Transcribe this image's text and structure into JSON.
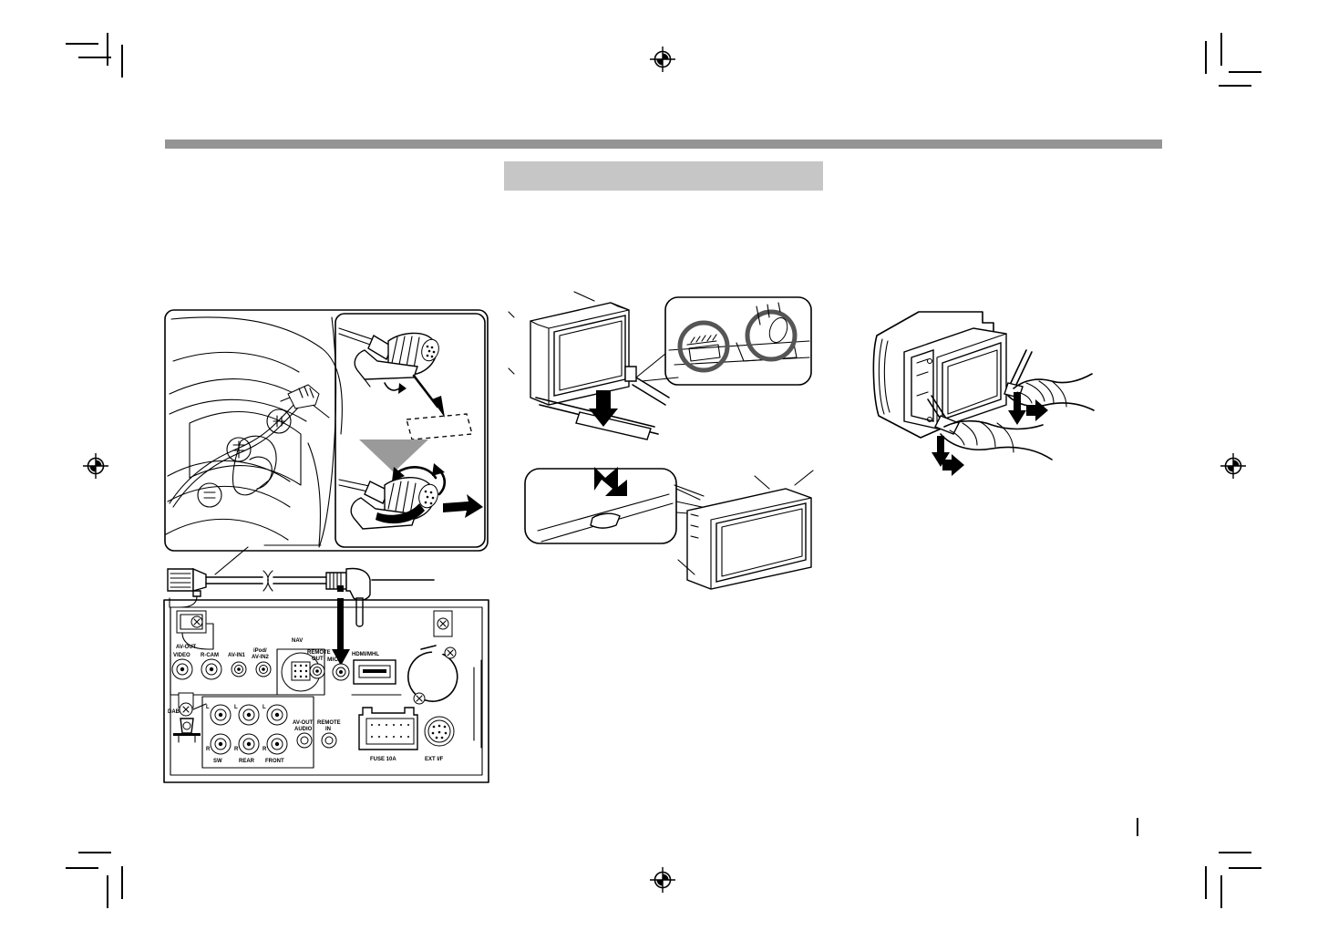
{
  "document": {
    "kind": "installation-manual-proof-page",
    "header_rule_color": "#949494",
    "title_block_color": "#c6c6c6",
    "title_block_text": "",
    "header_title_text": ""
  },
  "printer_marks": {
    "registration_target_name": "registration-target",
    "crop_mark_name": "crop-mark",
    "corners": [
      "top-left",
      "top-right",
      "bottom-left",
      "bottom-right"
    ],
    "targets": [
      "top-center",
      "left-center",
      "right-center",
      "bottom-center"
    ]
  },
  "figures": {
    "mic_install": {
      "name": "microphone-installation-figure",
      "caption": "",
      "car_interior": {
        "name": "car-interior-view",
        "callout_circles": 3
      },
      "detail": {
        "name": "microphone-clip-detail",
        "step_arrow": "down-triangle",
        "mic_body": "microphone",
        "mount_plate": "adhesive-mount-pad",
        "rotate_arrow": "rotate",
        "direction_arrow": "forward"
      }
    },
    "rear_panel": {
      "name": "rear-connector-panel-figure",
      "cable": {
        "name": "microphone-cable",
        "plug": "3.5mm-right-angle-plug",
        "break_symbol": "cable-break"
      },
      "pointer_arrow_target": "MIC",
      "labels_top": [
        "AV-OUT",
        "VIDEO",
        "R-CAM",
        "AV-IN1",
        "iPod/",
        "AV-IN2",
        "NAV",
        "REMOTE",
        "OUT",
        "MIC",
        "HDMI/MHL"
      ],
      "labels_bottom": [
        "DAB",
        "L",
        "L",
        "L",
        "R",
        "R",
        "R",
        "SW",
        "REAR",
        "FRONT",
        "AV-OUT",
        "AUDIO",
        "REMOTE",
        "IN"
      ],
      "labels_connectors": [
        "FUSE 10A",
        "EXT I/F"
      ],
      "rca_groups": [
        {
          "name": "SW",
          "channels": [
            "L",
            "R"
          ]
        },
        {
          "name": "REAR",
          "channels": [
            "L",
            "R"
          ]
        },
        {
          "name": "FRONT",
          "channels": [
            "L",
            "R"
          ]
        }
      ]
    },
    "faceplate_removal": {
      "name": "faceplate-removal-figure",
      "unit": "head-unit",
      "tool": "extraction-key",
      "arrow": "pull-down",
      "detail_bubble": {
        "name": "latch-detail-bubble",
        "magnifier_circles": 2
      }
    },
    "trim_plate_detail": {
      "name": "trim-plate-detail-figure",
      "arrow": "hook-up-right",
      "unit": "head-unit-front"
    },
    "unit_extraction": {
      "name": "unit-extraction-figure",
      "dashboard": "dashboard-opening",
      "unit": "head-unit-chassis",
      "hands": 2,
      "tools": [
        "extraction-key-left",
        "extraction-key-right"
      ],
      "arrows": [
        "down-left",
        "down-right",
        "pull-out-left",
        "pull-out-right"
      ]
    }
  }
}
